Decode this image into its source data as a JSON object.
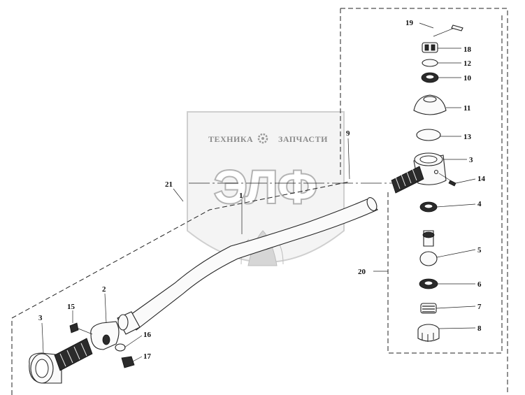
{
  "watermark": {
    "small_left": "ТЕХНИКА",
    "small_right": "ЗАПЧАСТИ",
    "big": "ЭЛФ"
  },
  "callouts": [
    "19",
    "18",
    "12",
    "10",
    "11",
    "13",
    "3",
    "14",
    "4",
    "5",
    "6",
    "7",
    "8",
    "9",
    "21",
    "1",
    "20",
    "2",
    "15",
    "3",
    "16",
    "17"
  ],
  "colors": {
    "line": "#222222",
    "watermark": "#b3b3b3"
  }
}
